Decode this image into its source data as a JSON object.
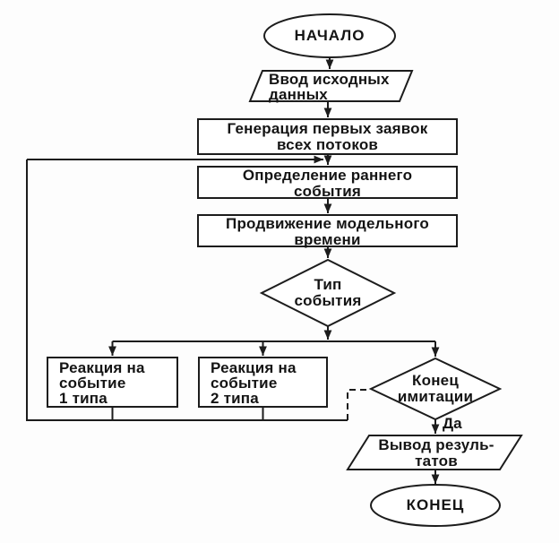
{
  "diagram": {
    "type": "flowchart",
    "language": "ru",
    "colors": {
      "stroke": "#1c1c1c",
      "background": "#ffffff",
      "text": "#141414"
    },
    "nodes": {
      "start": {
        "shape": "terminator",
        "label": "НАЧАЛО"
      },
      "input_data": {
        "shape": "io",
        "lines": [
          "Ввод исходных",
          "данных"
        ]
      },
      "generate_requests": {
        "shape": "process",
        "lines": [
          "Генерация первых заявок",
          "всех потоков"
        ]
      },
      "find_early_event": {
        "shape": "process",
        "lines": [
          "Определение раннего",
          "события"
        ]
      },
      "advance_time": {
        "shape": "process",
        "lines": [
          "Продвижение модельного",
          "времени"
        ]
      },
      "event_type": {
        "shape": "decision",
        "lines": [
          "Тип",
          "события"
        ]
      },
      "reaction_type_1": {
        "shape": "process",
        "lines": [
          "Реакция на",
          "событие",
          "1 типа"
        ]
      },
      "reaction_type_2": {
        "shape": "process",
        "lines": [
          "Реакция на",
          "событие",
          "2 типа"
        ]
      },
      "end_of_simulation": {
        "shape": "decision",
        "lines": [
          "Конец",
          "имитации"
        ]
      },
      "output_results": {
        "shape": "io",
        "lines": [
          "Вывод резуль-",
          "татов"
        ]
      },
      "end": {
        "shape": "terminator",
        "label": "КОНЕЦ"
      }
    },
    "edge_labels": {
      "yes": "Да"
    }
  }
}
